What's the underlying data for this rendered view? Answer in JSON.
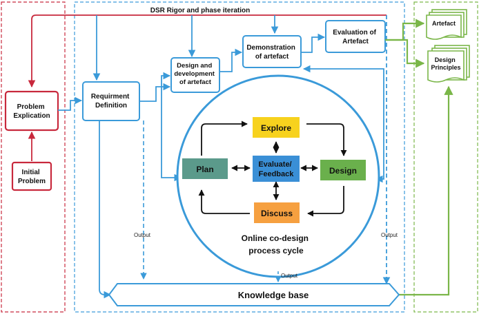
{
  "diagram": {
    "top_label": "DSR Rigor and phase iteration",
    "problem_explication": [
      "Problem",
      "Explication"
    ],
    "initial_problem": [
      "Initial",
      "Problem"
    ],
    "requirement_definition": [
      "Requirment",
      "Definition"
    ],
    "design_development": [
      "Design and",
      "development",
      "of artefact"
    ],
    "demonstration": [
      "Demonstration",
      "of artefact"
    ],
    "evaluation": [
      "Evaluation of",
      "Artefact"
    ],
    "artefact_doc": "Artefact",
    "design_principles_doc": [
      "Design",
      "Principles"
    ],
    "cycle": {
      "explore": "Explore",
      "plan": "Plan",
      "evaluate": [
        "Evaluate/",
        "Feedback"
      ],
      "design": "Design",
      "discuss": "Discuss",
      "title": [
        "Online co-design",
        "process cycle"
      ]
    },
    "knowledge_base": "Knowledge base",
    "output_labels": [
      "Output",
      "Output",
      "Output"
    ],
    "colors": {
      "blue": "#3a9ad9",
      "red": "#c8283c",
      "green": "#7ab648",
      "explore": "#f7d21e",
      "plan": "#5b9a8b",
      "evaluate": "#3a8fd6",
      "design": "#6ab04c",
      "discuss": "#f6a040"
    }
  }
}
